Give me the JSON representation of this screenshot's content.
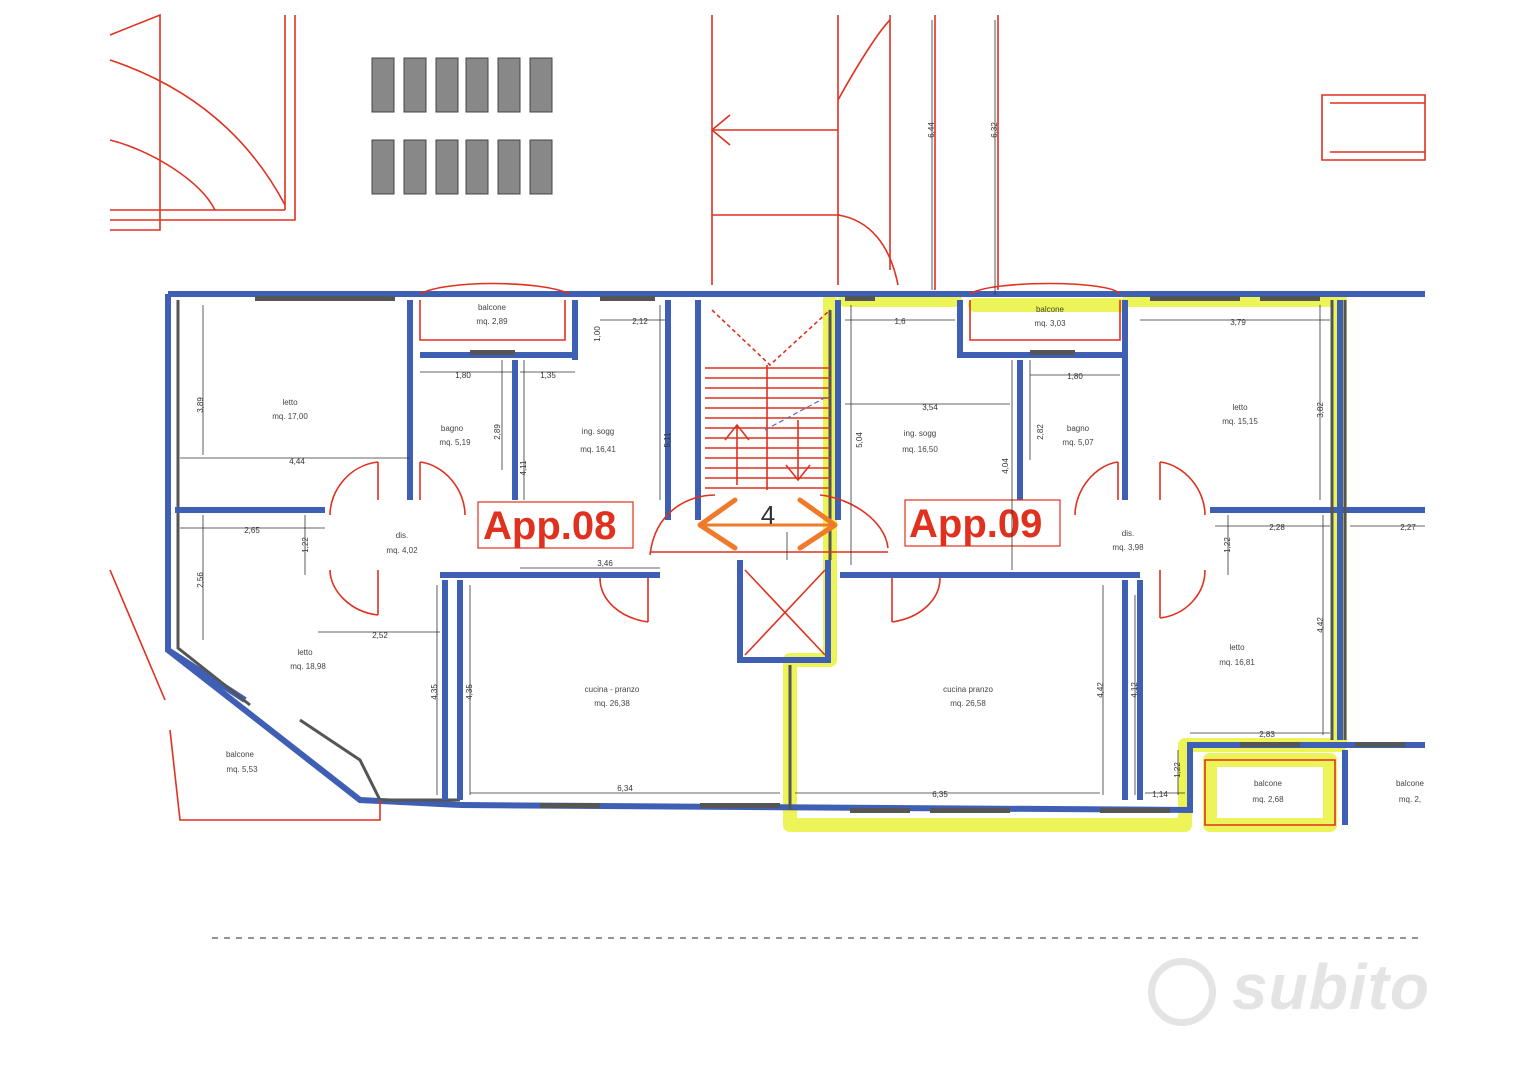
{
  "apartments": [
    {
      "label": "App.08"
    },
    {
      "label": "App.09"
    }
  ],
  "stair_number": "4",
  "rooms": [
    {
      "key": "balcone_08",
      "name": "balcone",
      "area": "mq. 2,89"
    },
    {
      "key": "letto_08a",
      "name": "letto",
      "area": "mq. 17,00"
    },
    {
      "key": "bagno_08",
      "name": "bagno",
      "area": "mq. 5,19"
    },
    {
      "key": "soggiorno_08",
      "name": "ing. sogg",
      "area": "mq. 16,41"
    },
    {
      "key": "dis_08",
      "name": "dis.",
      "area": "mq. 4,02"
    },
    {
      "key": "letto_08b",
      "name": "letto",
      "area": "mq. 18,98"
    },
    {
      "key": "cucina_08",
      "name": "cucina - pranzo",
      "area": "mq. 26,38"
    },
    {
      "key": "balcone_08b",
      "name": "balcone",
      "area": "mq. 5,53"
    },
    {
      "key": "balcone_09",
      "name": "balcone",
      "area": "mq. 3,03"
    },
    {
      "key": "soggiorno_09",
      "name": "ing. sogg",
      "area": "mq. 16,50"
    },
    {
      "key": "bagno_09",
      "name": "bagno",
      "area": "mq. 5,07"
    },
    {
      "key": "letto_09a",
      "name": "letto",
      "area": "mq. 15,15"
    },
    {
      "key": "dis_09",
      "name": "dis.",
      "area": "mq. 3,98"
    },
    {
      "key": "cucina_09",
      "name": "cucina pranzo",
      "area": "mq. 26,58"
    },
    {
      "key": "letto_09b",
      "name": "letto",
      "area": "mq. 16,81"
    },
    {
      "key": "balcone_09b",
      "name": "balcone",
      "area": "mq. 2,68"
    },
    {
      "key": "balcone_10",
      "name": "balcone",
      "area": "mq. 2,"
    }
  ],
  "dimensions": {
    "d_4_44": "4,44",
    "d_3_89": "3,89",
    "d_1_80a": "1,80",
    "d_1_35": "1,35",
    "d_2_89": "2,89",
    "d_4_11": "4,11",
    "d_1_00": "1,00",
    "d_2_12": "2,12",
    "d_5_11": "5,11",
    "d_2_65": "2,65",
    "d_1_22a": "1,22",
    "d_2_56": "2,56",
    "d_3_46": "3,46",
    "d_2_52": "2,52",
    "d_4_35a": "4,35",
    "d_4_35b": "4,35",
    "d_6_34": "6,34",
    "d_6_44": "6,44",
    "d_6_32": "6,32",
    "d_1_6": "1,6",
    "d_5_04": "5,04",
    "d_3_54": "3,54",
    "d_4_04": "4,04",
    "d_1_80b": "1,80",
    "d_2_82": "2,82",
    "d_3_79": "3,79",
    "d_3_82": "3,82",
    "d_2_28": "2,28",
    "d_2_27": "2,27",
    "d_1_22b": "1,22",
    "d_4_42a": "4,42",
    "d_4_42b": "4,42",
    "d_4_12": "4,12",
    "d_2_83": "2,83",
    "d_1_22c": "1,22",
    "d_1_14": "1,14",
    "d_6_35": "6,35"
  },
  "watermark": "subito",
  "colors": {
    "walls": "#3f5fb5",
    "red_lines": "#e0311f",
    "highlight": "#e6f020",
    "stair_arrow": "#f07a2a"
  }
}
